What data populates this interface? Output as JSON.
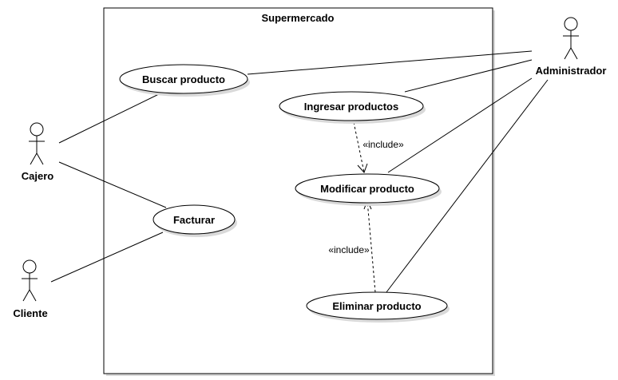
{
  "system": {
    "title": "Supermercado"
  },
  "actors": {
    "cajero": "Cajero",
    "cliente": "Cliente",
    "administrador": "Administrador"
  },
  "use_cases": {
    "buscar_producto": "Buscar producto",
    "ingresar_productos": "Ingresar productos",
    "modificar_producto": "Modificar producto",
    "facturar": "Facturar",
    "eliminar_producto": "Eliminar producto"
  },
  "relationships": {
    "include_ingresar": "«include»",
    "include_eliminar": "«include»"
  }
}
